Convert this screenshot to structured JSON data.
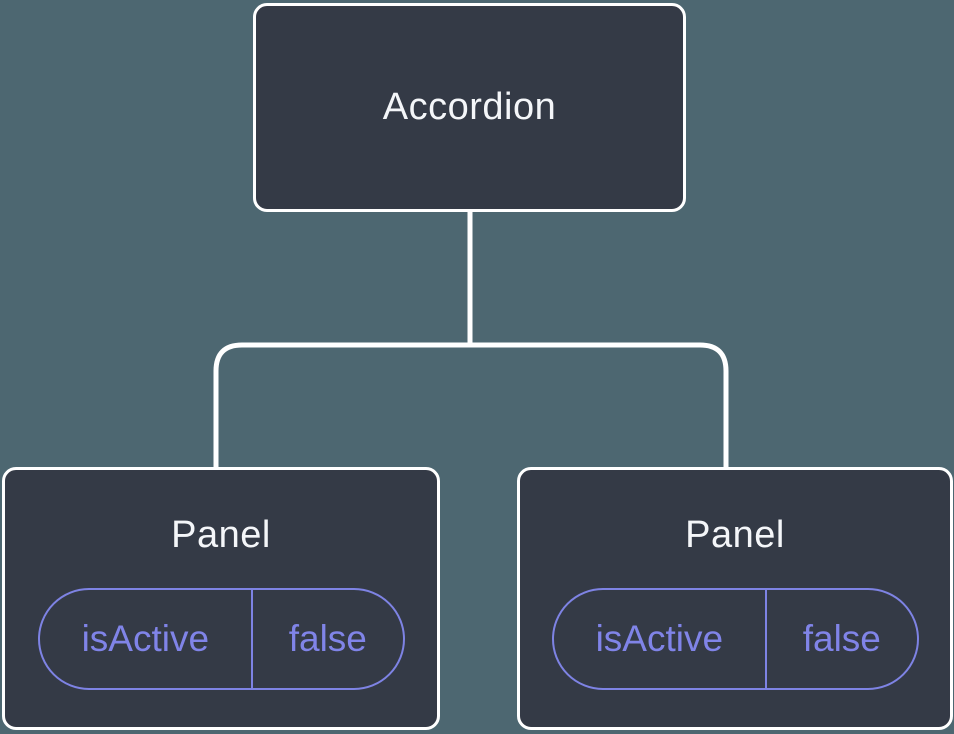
{
  "diagram": {
    "title": "component-tree-state-diagram",
    "colors": {
      "background": "#4D6771",
      "node_fill": "#343A46",
      "node_border": "#FFFFFF",
      "node_text": "#F4F6F9",
      "connector": "#FFFFFF",
      "state_accent": "#7E83E4",
      "state_text": "#8084E8"
    },
    "tree": {
      "root": {
        "label": "Accordion"
      },
      "children": [
        {
          "label": "Panel",
          "state": {
            "name": "isActive",
            "value": "false"
          }
        },
        {
          "label": "Panel",
          "state": {
            "name": "isActive",
            "value": "false"
          }
        }
      ]
    }
  }
}
